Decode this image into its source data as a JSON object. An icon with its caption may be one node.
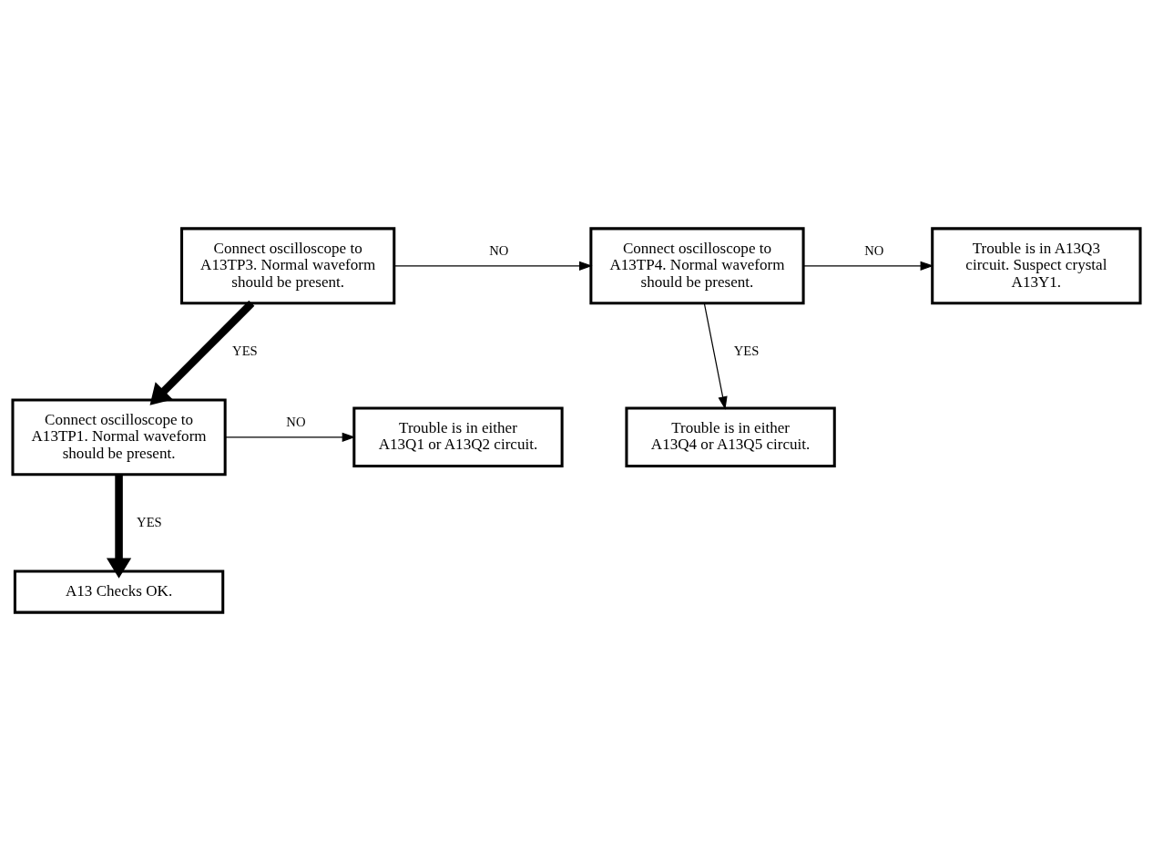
{
  "diagram": {
    "nodes": [
      {
        "text": [
          "Connect oscilloscope to A13TP3. Normal waveform should be present."
        ]
      },
      {
        "text": [
          "Connect oscilloscope to A13TP4. Normal waveform should be present."
        ]
      },
      {
        "text": [
          "Trouble is in A13Q3 circuit. Suspect crystal A13Y1."
        ]
      },
      {
        "text": [
          "Trouble is in either A13Q4 or A13Q5 circuit."
        ]
      },
      {
        "text": [
          "Connect oscilloscope to A13TP1. Normal waveform should be present."
        ]
      },
      {
        "text": [
          "Trouble is in either A13Q1 or A13Q2 circuit."
        ]
      },
      {
        "text": [
          "A13 Checks OK."
        ]
      }
    ],
    "edges": [
      {
        "from": 0,
        "to": 1,
        "arrow": "to",
        "label": "NO"
      },
      {
        "from": 1,
        "to": 2,
        "arrow": "to",
        "label": "NO"
      },
      {
        "from": 1,
        "to": 3,
        "arrow": "to",
        "label": "YES"
      },
      {
        "from": 0,
        "to": 4,
        "arrow": "to",
        "label": "YES",
        "style": "thick"
      },
      {
        "from": 4,
        "to": 5,
        "arrow": "to",
        "label": "NO"
      },
      {
        "from": 4,
        "to": 6,
        "arrow": "to",
        "label": "YES",
        "style": "thick"
      }
    ]
  }
}
